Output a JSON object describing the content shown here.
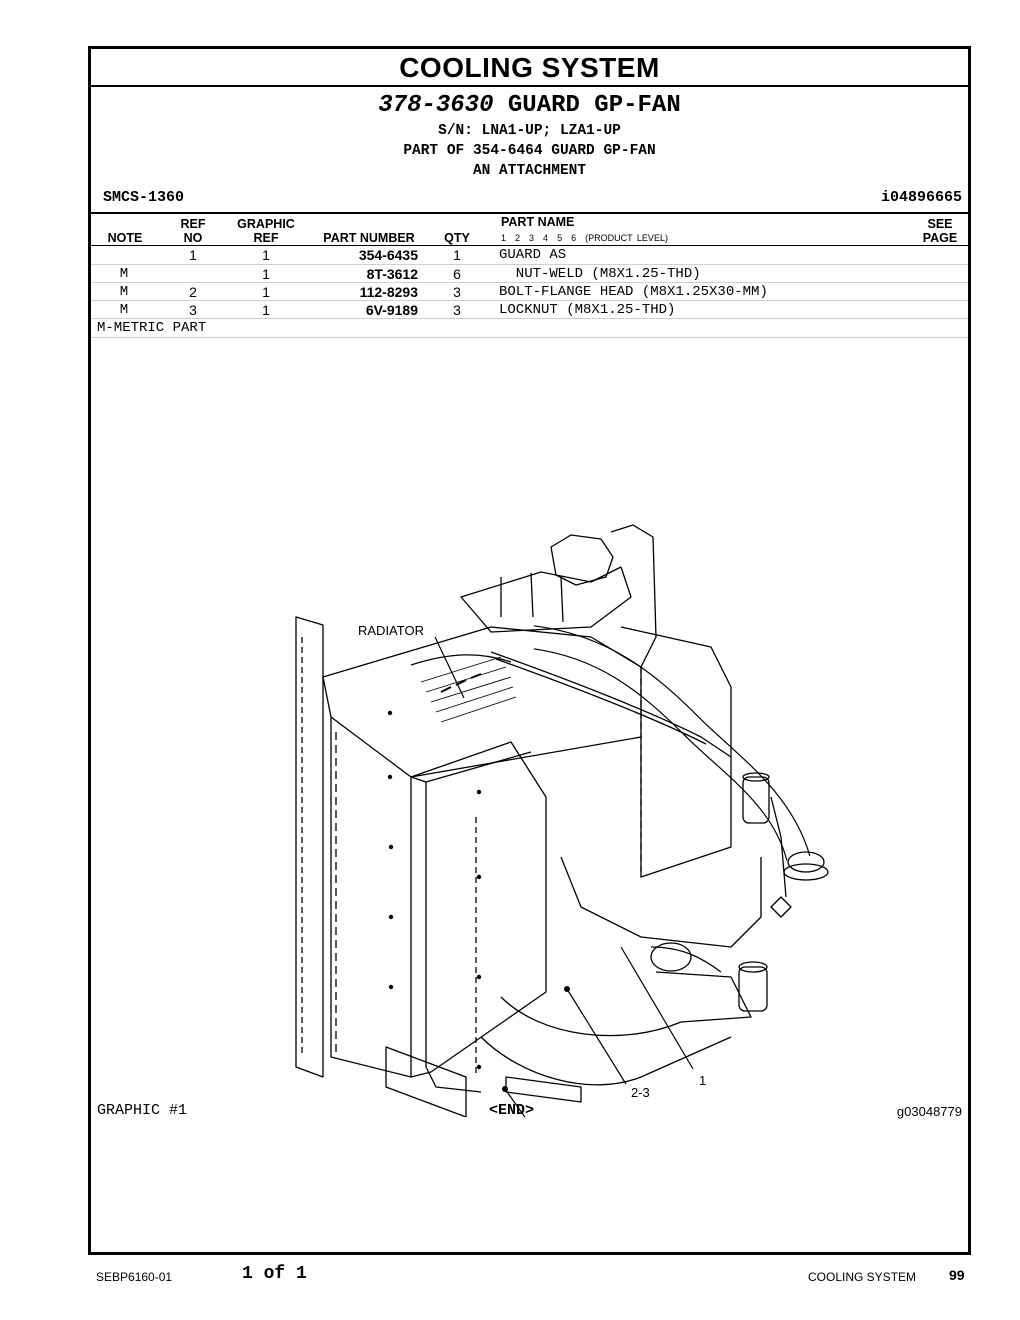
{
  "section": {
    "title": "COOLING SYSTEM"
  },
  "group": {
    "number": "378-3630",
    "name": "GUARD GP-FAN",
    "serial": "S/N: LNA1-UP; LZA1-UP",
    "part_of": "PART OF 354-6464 GUARD GP-FAN",
    "attachment": "AN ATTACHMENT"
  },
  "smcs": "SMCS-1360",
  "doc_id": "i04896665",
  "table": {
    "headers": {
      "note": "NOTE",
      "ref_no_1": "REF",
      "ref_no_2": "NO",
      "graphic_ref_1": "GRAPHIC",
      "graphic_ref_2": "REF",
      "part_number": "PART NUMBER",
      "qty": "QTY",
      "part_name": "PART NAME",
      "product_level": [
        "1",
        "2",
        "3",
        "4",
        "5",
        "6",
        "(PRODUCT LEVEL)"
      ],
      "see_page_1": "SEE",
      "see_page_2": "PAGE"
    },
    "rows": [
      {
        "note": "",
        "ref_no": "1",
        "graphic_ref": "1",
        "part_number": "354-6435",
        "qty": "1",
        "part_name": "GUARD AS"
      },
      {
        "note": "M",
        "ref_no": "",
        "graphic_ref": "1",
        "part_number": "8T-3612",
        "qty": "6",
        "part_name": "  NUT-WELD (M8X1.25-THD)"
      },
      {
        "note": "M",
        "ref_no": "2",
        "graphic_ref": "1",
        "part_number": "112-8293",
        "qty": "3",
        "part_name": "BOLT-FLANGE HEAD (M8X1.25X30-MM)"
      },
      {
        "note": "M",
        "ref_no": "3",
        "graphic_ref": "1",
        "part_number": "6V-9189",
        "qty": "3",
        "part_name": "LOCKNUT (M8X1.25-THD)"
      }
    ],
    "metric_note": "M-METRIC PART"
  },
  "diagram": {
    "labels": {
      "radiator": "RADIATOR",
      "callout_1": "1",
      "callout_2_3_a": "2-3",
      "callout_2_3_b": "2-3"
    }
  },
  "graphic": {
    "label": "GRAPHIC #1",
    "end": "<END>",
    "graphic_id": "g03048779"
  },
  "footer": {
    "doc": "SEBP6160-01",
    "pages": "1 of 1",
    "section": "COOLING SYSTEM",
    "page_number": "99"
  }
}
